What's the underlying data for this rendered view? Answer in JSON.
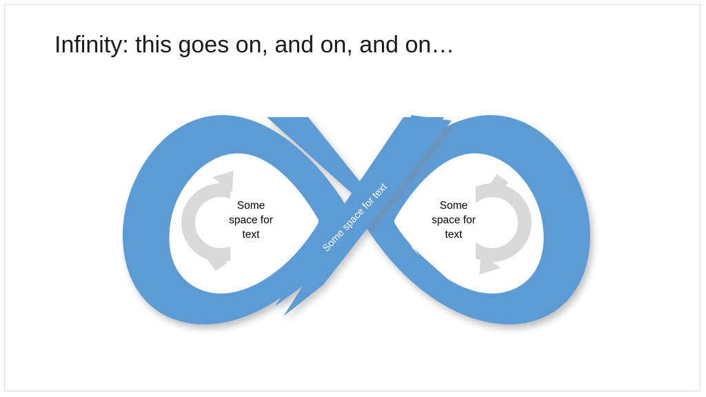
{
  "slide": {
    "title": "Infinity: this goes on, and on, and on…",
    "background_color": "#ffffff",
    "border_color": "#dcdcdc"
  },
  "diagram": {
    "name": "infinity-loop-diagram",
    "shape_color": "#5B9BD5",
    "arrow_color": "#d9d9d9",
    "center_band_text_color": "#ffffff",
    "loop_text_color": "#000000",
    "left_loop": {
      "arrow": "circular-arrow-counterclockwise",
      "text_lines": [
        "Some",
        "space for",
        "text"
      ]
    },
    "right_loop": {
      "arrow": "circular-arrow-clockwise",
      "text_lines": [
        "Some",
        "space for",
        "text"
      ]
    },
    "center_band": {
      "text": "Some space for text",
      "rotation_degrees": -47
    }
  }
}
